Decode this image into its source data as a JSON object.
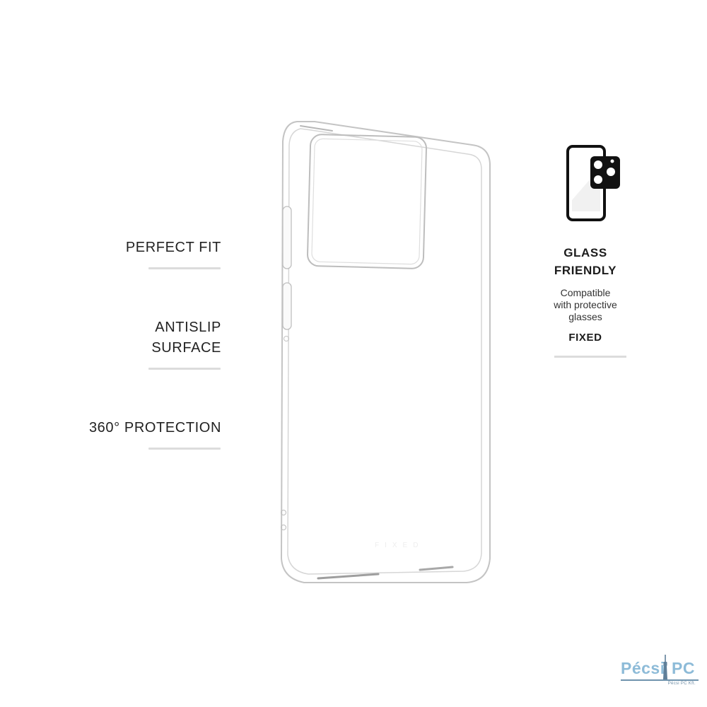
{
  "features_left": [
    {
      "label": "PERFECT FIT"
    },
    {
      "label": "ANTISLIP\nSURFACE"
    },
    {
      "label": "360° PROTECTION"
    }
  ],
  "product_image": {
    "subject": "transparent-phone-case",
    "back_watermark": "FIXED"
  },
  "glass_friendly": {
    "icon": "phone-with-camera-glass-icon",
    "title": "GLASS\nFRIENDLY",
    "description": "Compatible\nwith protective\nglasses",
    "brand": "FIXED"
  },
  "watermark_logo": {
    "text_left": "Pécsi",
    "text_right": "PC",
    "subtitle": "Pécsi PC Kft.",
    "colors": {
      "text": "#8dbbd8",
      "accent": "#6f93ad"
    }
  }
}
